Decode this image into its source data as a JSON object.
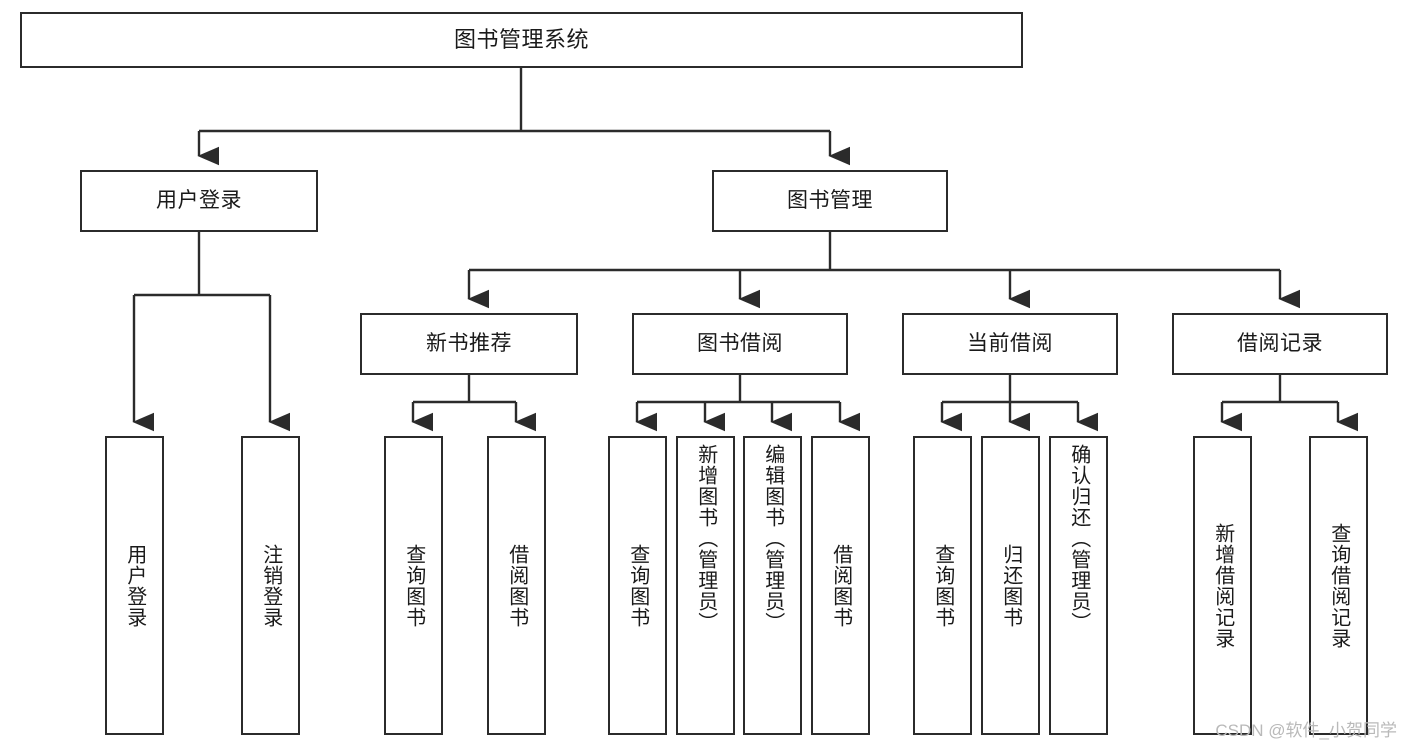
{
  "diagram": {
    "title": "图书管理系统",
    "type": "tree",
    "watermark": "CSDN @软件_小贺同学",
    "colors": {
      "background": "#ffffff",
      "border": "#2b2b2b",
      "edge": "#2b2b2b",
      "text": "#1a1a1a",
      "watermark": "#b9b9b9"
    },
    "root": {
      "label": "图书管理系统"
    },
    "level2": [
      {
        "label": "用户登录"
      },
      {
        "label": "图书管理"
      }
    ],
    "level3": [
      {
        "label": "新书推荐"
      },
      {
        "label": "图书借阅"
      },
      {
        "label": "当前借阅"
      },
      {
        "label": "借阅记录"
      }
    ],
    "leaves": {
      "user_login": [
        {
          "label": "用户登录"
        },
        {
          "label": "注销登录"
        }
      ],
      "new_book_recommend": [
        {
          "label": "查询图书"
        },
        {
          "label": "借阅图书"
        }
      ],
      "book_borrow": [
        {
          "label": "查询图书"
        },
        {
          "label": "新增图书（管理员）"
        },
        {
          "label": "编辑图书（管理员）"
        },
        {
          "label": "借阅图书"
        }
      ],
      "current_borrow": [
        {
          "label": "查询图书"
        },
        {
          "label": "归还图书"
        },
        {
          "label": "确认归还（管理员）"
        }
      ],
      "borrow_record": [
        {
          "label": "新增借阅记录"
        },
        {
          "label": "查询借阅记录"
        }
      ]
    }
  }
}
